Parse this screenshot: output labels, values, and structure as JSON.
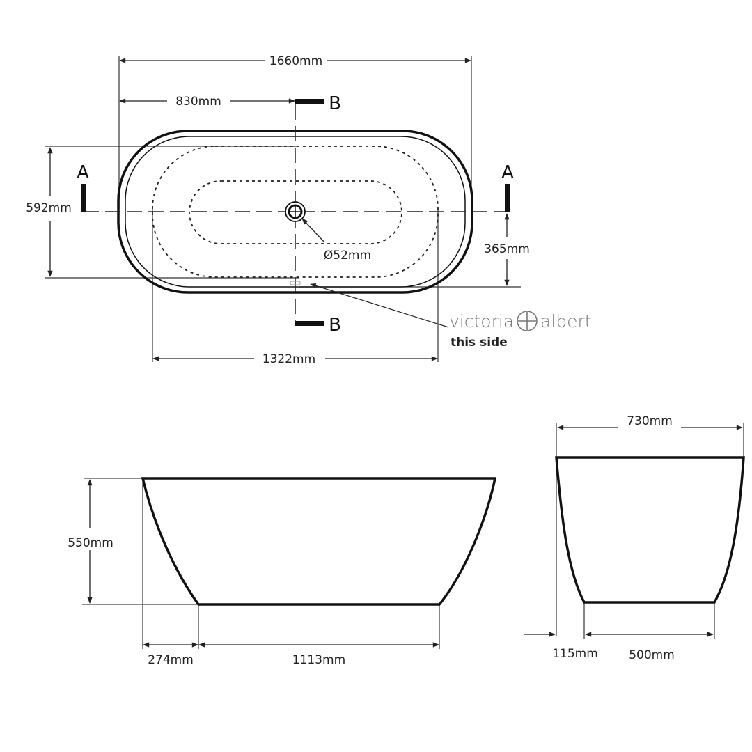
{
  "plan_view": {
    "overall_length": "1660mm",
    "half_length": "830mm",
    "width": "592mm",
    "waste_offset": "365mm",
    "waste_diameter": "Ø52mm",
    "inner_length": "1322mm",
    "section_a": "A",
    "section_b": "B",
    "brand_left": "victoria",
    "brand_right": "albert",
    "brand_note": "this side"
  },
  "side_view": {
    "height": "550mm",
    "slope_run": "274mm",
    "base_length": "1113mm"
  },
  "end_view": {
    "top_width": "730mm",
    "offset": "115mm",
    "base_width": "500mm"
  },
  "colors": {
    "line": "#111111",
    "dim_line": "#333333",
    "brand": "#777777"
  }
}
